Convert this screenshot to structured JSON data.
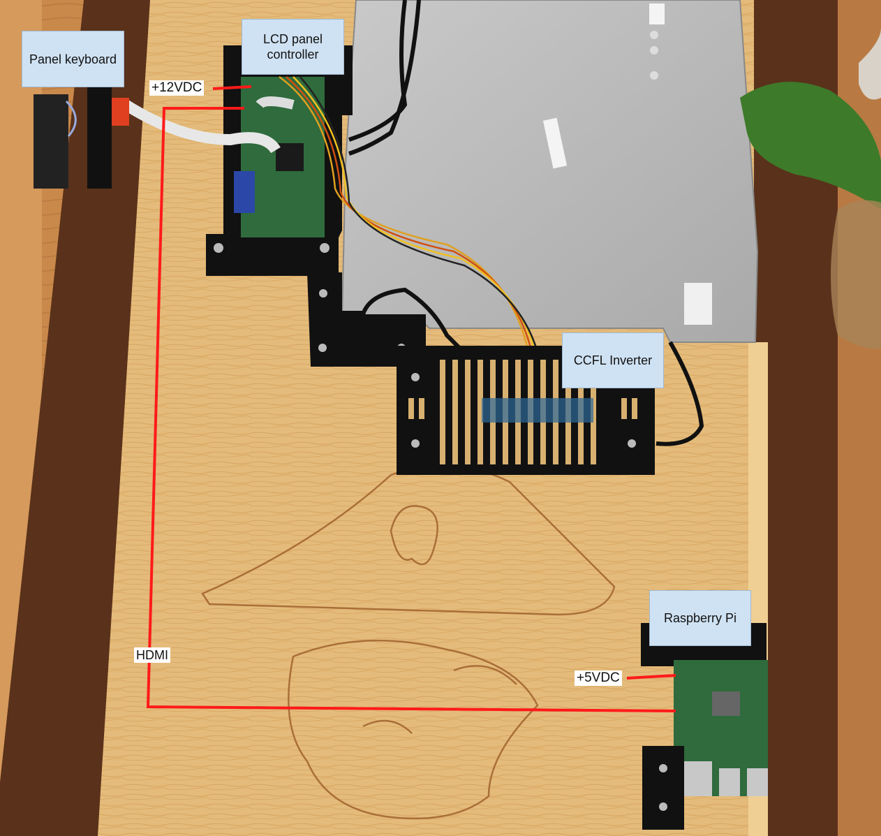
{
  "labels": {
    "panel_keyboard": "Panel keyboard",
    "lcd_controller": "LCD panel\ncontroller",
    "ccfl_inverter": "CCFL Inverter",
    "raspberry_pi": "Raspberry Pi"
  },
  "wire_labels": {
    "v12": "+12VDC",
    "v5": "+5VDC",
    "hdmi": "HDMI"
  },
  "colors": {
    "wire": "#ff1a1a",
    "label_fill": "#cfe2f3",
    "wood": "#e2b877",
    "frame": "#5a311a",
    "mount": "#111111",
    "pcb": "#2f6b3c"
  }
}
